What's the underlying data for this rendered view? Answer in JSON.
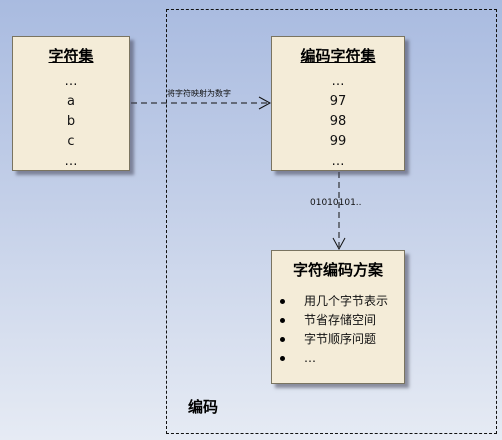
{
  "region": {
    "label": "编码"
  },
  "charset": {
    "title": "字符集",
    "items": [
      "…",
      "a",
      "b",
      "c",
      "…"
    ]
  },
  "coded_charset": {
    "title": "编码字符集",
    "items": [
      "…",
      "97",
      "98",
      "99",
      "…"
    ]
  },
  "encoding_scheme": {
    "title": "字符编码方案",
    "bullets": [
      "用几个字节表示",
      "节省存储空间",
      "字节顺序问题",
      "…"
    ]
  },
  "edges": {
    "map_label": "将字符映射为数字",
    "bits_label": "01010101.."
  }
}
